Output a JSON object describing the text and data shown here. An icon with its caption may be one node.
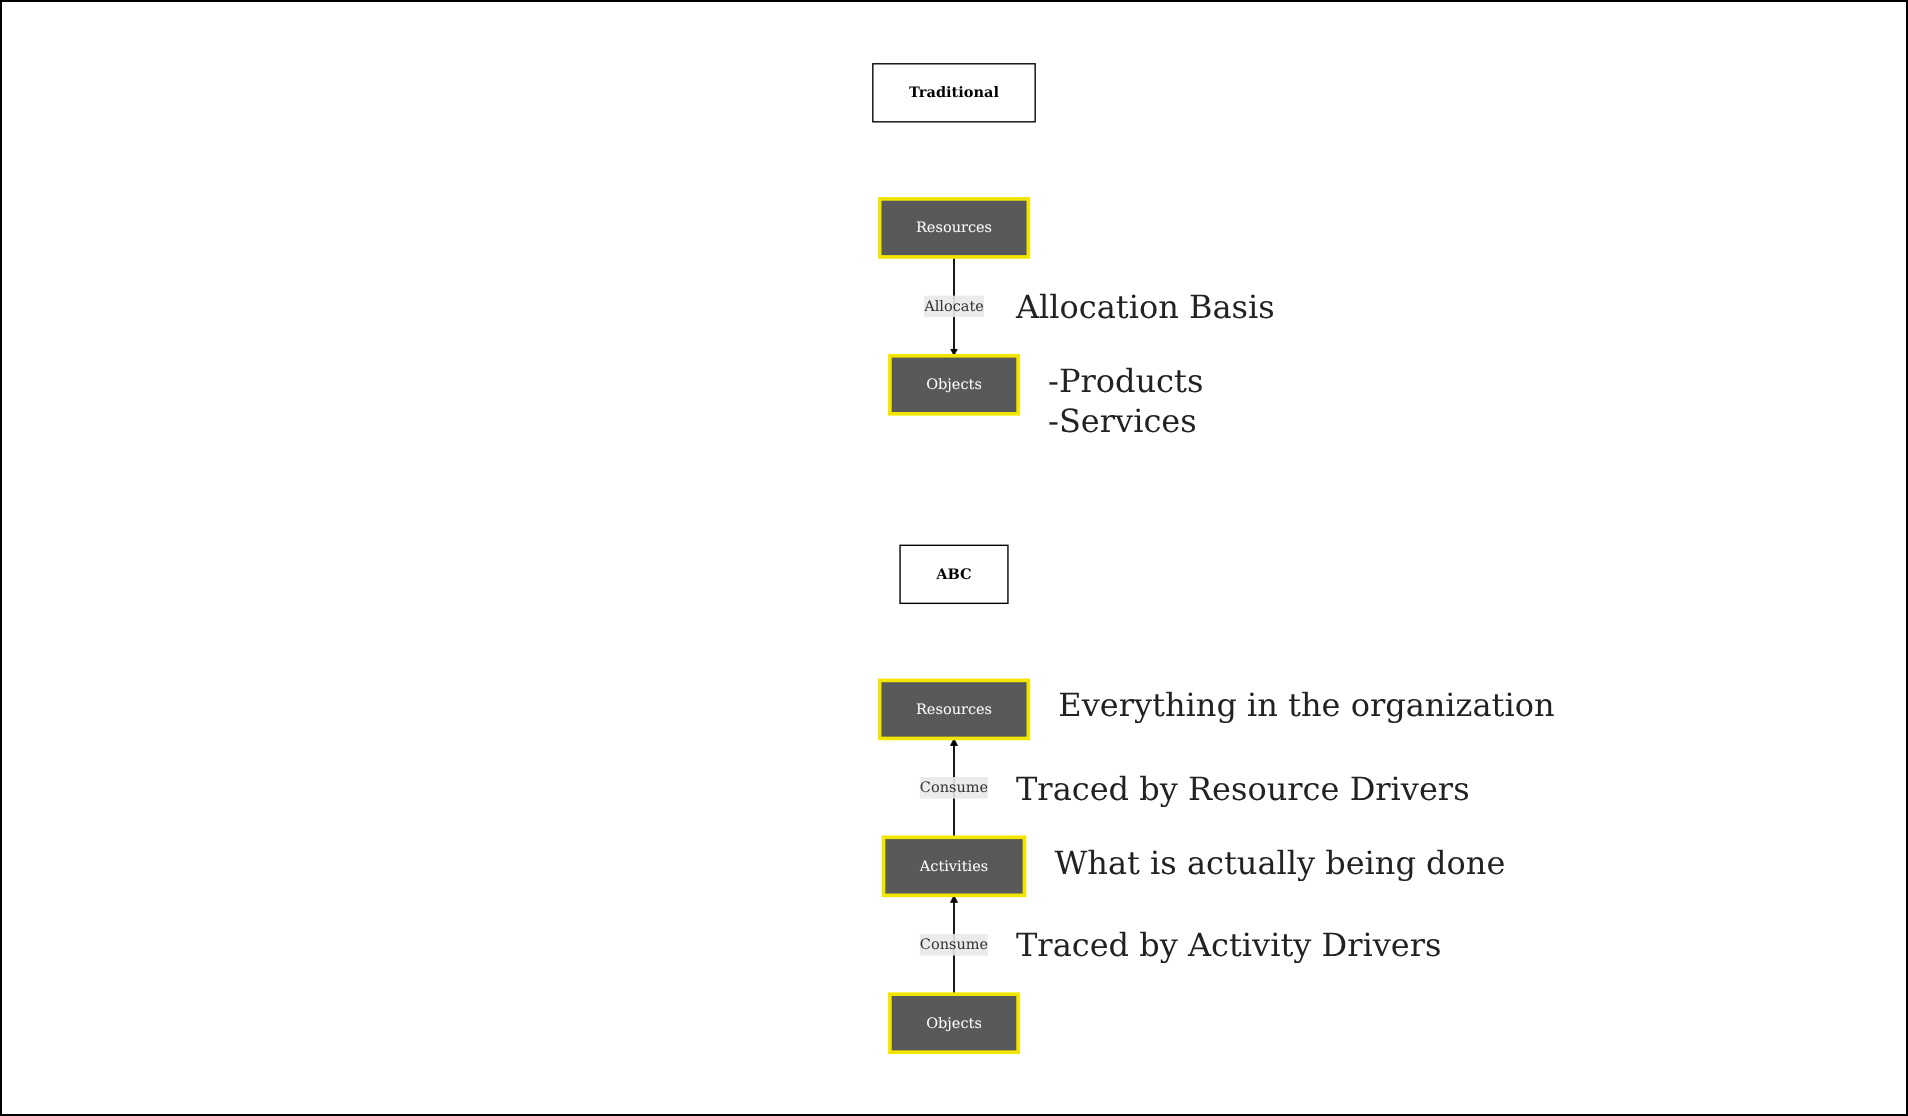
{
  "diagram": {
    "nodes": [
      {
        "text": [
          "ABC"
        ]
      },
      {
        "text": [
          "Resources"
        ],
        "beside": [
          "Everything in the organization"
        ]
      },
      {
        "text": [
          "Activities"
        ],
        "beside": [
          "What is actually being done"
        ]
      },
      {
        "text": [
          "Objects"
        ]
      },
      {
        "text": [
          "Traditional"
        ]
      },
      {
        "text": [
          "Resources"
        ]
      },
      {
        "text": [
          "Objects"
        ],
        "beside": [
          "-Products",
          "-Services"
        ]
      }
    ],
    "edges": [
      {
        "from": 2,
        "to": 1,
        "arrow": "to",
        "label": "Consume"
      },
      {
        "from": 3,
        "to": 2,
        "arrow": "to",
        "label": "Consume"
      },
      {
        "from": 5,
        "to": 6,
        "arrow": "to",
        "label": "Allocate"
      }
    ],
    "labels": [
      "Traced by Resource Drivers",
      "Traced by Activity Drivers",
      "Allocation Basis"
    ]
  }
}
